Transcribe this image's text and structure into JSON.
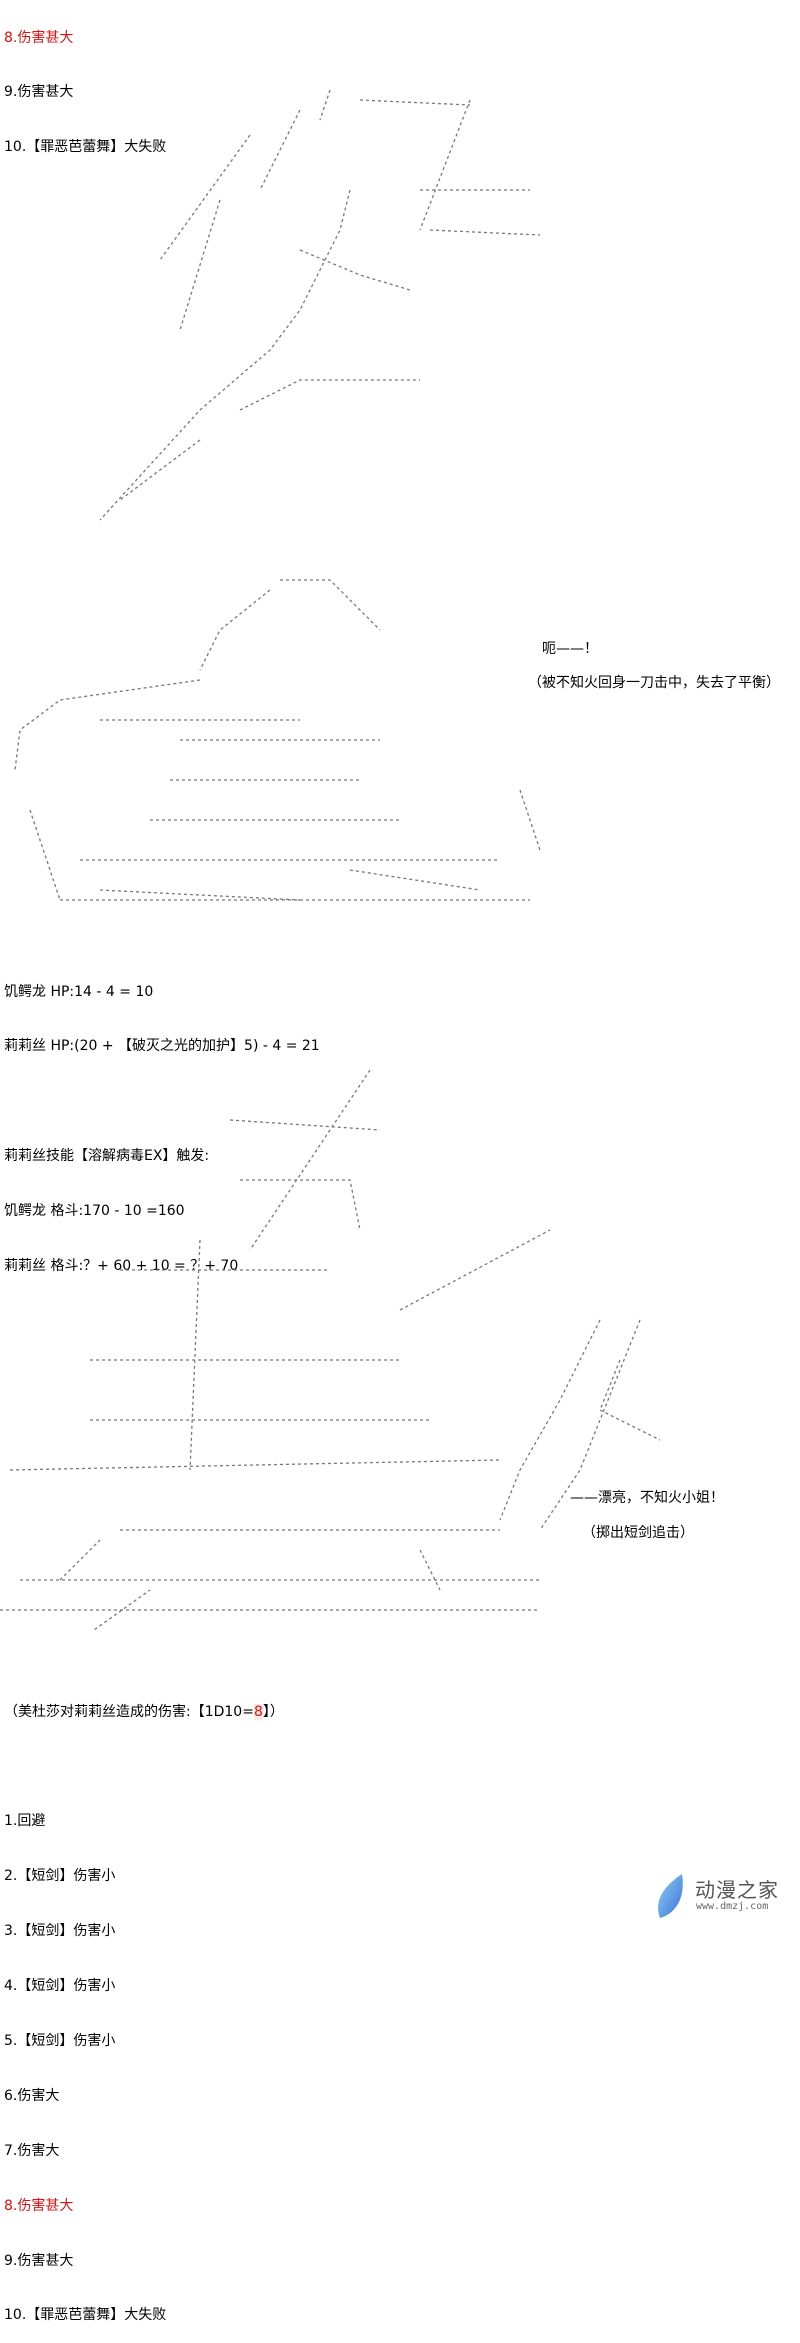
{
  "top_list": {
    "items": [
      "8.伤害甚大",
      "9.伤害甚大",
      "10.【罪恶芭蕾舞】大失败"
    ],
    "highlight_index": 0
  },
  "scene1": {
    "dialogue": "呃——！",
    "narration": "（被不知火回身一刀击中，失去了平衡）"
  },
  "stats": {
    "hp_line1": "饥鳄龙 HP:14 - 4 = 10",
    "hp_line2": "莉莉丝 HP:(20 + 【破灭之光的加护】5) - 4 = 21",
    "skill_line": "莉莉丝技能【溶解病毒EX】触发:",
    "melee_line1": "饥鳄龙 格斗:170 - 10 =160",
    "melee_line2": "莉莉丝 格斗:？+ 60 + 10 = ？+ 70"
  },
  "scene2": {
    "dialogue": "——漂亮，不知火小姐！",
    "narration": "（掷出短剑追击）"
  },
  "roll": {
    "prefix": "（美杜莎对莉莉丝造成的伤害:【1D10=",
    "result": "8",
    "suffix": "】）"
  },
  "bottom_list": {
    "items": [
      "1.回避",
      "2.【短剑】伤害小",
      "3.【短剑】伤害小",
      "4.【短剑】伤害小",
      "5.【短剑】伤害小",
      "6.伤害大",
      "7.伤害大",
      "8.伤害甚大",
      "9.伤害甚大",
      "10.【罪恶芭蕾舞】大失败"
    ],
    "highlight_index": 7
  },
  "watermark": {
    "name": "动漫之家",
    "url": "www.dmzj.com"
  },
  "colors": {
    "highlight": "#e01010"
  }
}
